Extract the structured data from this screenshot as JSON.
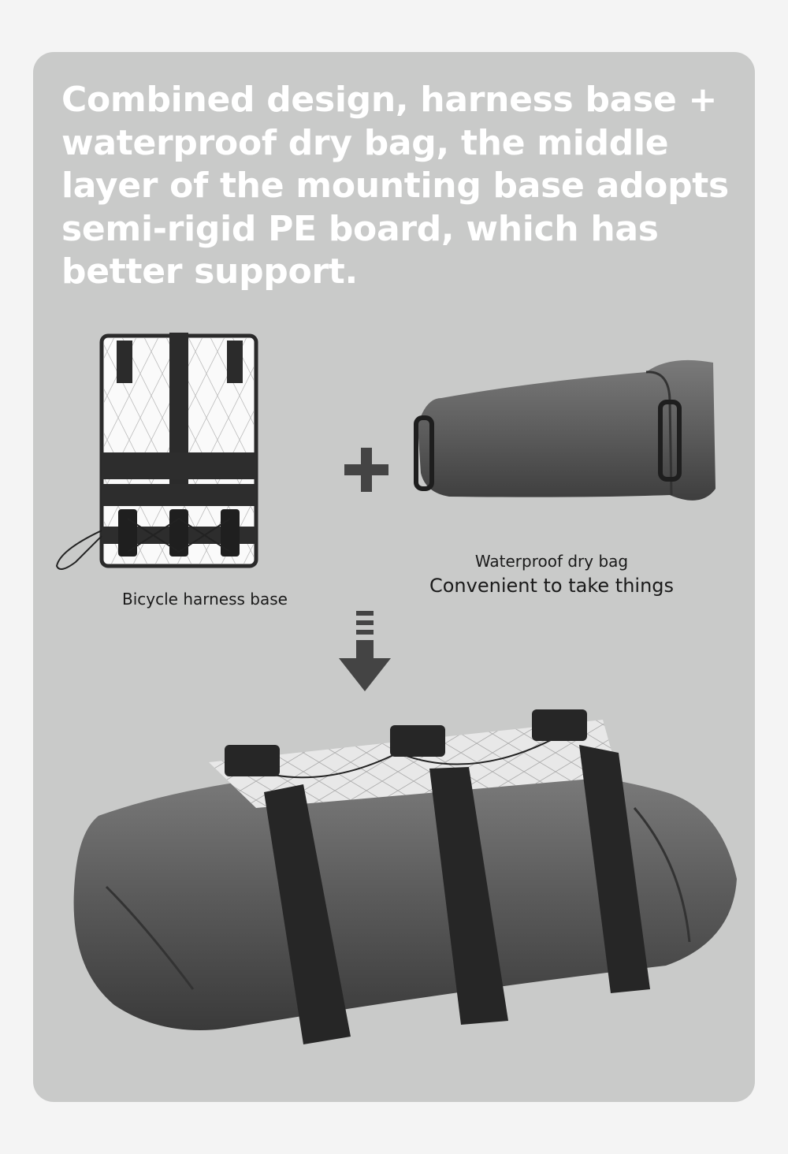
{
  "headline": "Combined design, harness base + waterproof dry bag, the middle layer of the mounting base adopts semi-rigid PE board, which has better support.",
  "products": {
    "harness_caption": "Bicycle harness base",
    "bag_caption_line1": "Waterproof dry bag",
    "bag_caption_line2": "Convenient to take things"
  },
  "colors": {
    "panel": "#c9cac9",
    "headline": "#ffffff",
    "icon": "#444444"
  }
}
